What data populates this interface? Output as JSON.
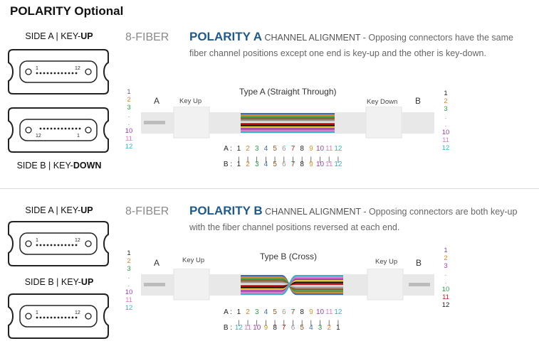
{
  "title": "POLARITY Optional",
  "colors": {
    "heading_blue": "#1e5a8e",
    "fiber": [
      "#3b6fb3",
      "#d9822b",
      "#2f9e44",
      "#8a5a2b",
      "#9a9a9a",
      "#e6e6e6",
      "#d11a1a",
      "#111111",
      "#e6c229",
      "#9b3fb0",
      "#e07ac0",
      "#38b3c9"
    ]
  },
  "sections": [
    {
      "side_a": {
        "prefix": "SIDE A | KEY-",
        "bold": "UP"
      },
      "side_b": {
        "prefix": "SIDE B | KEY-",
        "bold": "DOWN"
      },
      "fiber_count": "8-FIBER",
      "polarity_label": "POLARITY A",
      "caps": "CHANNEL ALIGNMENT",
      "desc1": " - Opposing connectors have the same",
      "desc2": "fiber channel positions except one end is key-up and the other is key-down.",
      "diagram_title": "Type A (Straight Through)",
      "end_a": "A",
      "end_b": "B",
      "left_key": "Key Up",
      "right_key": "Key Down",
      "connector_top": {
        "left": "1",
        "right": "12"
      },
      "connector_bottom": {
        "left": "12",
        "right": "1"
      },
      "left_numbers": [
        "1",
        "2",
        "3",
        ".",
        ".",
        "10",
        "11",
        "12"
      ],
      "right_numbers": [
        "1",
        "2",
        "3",
        ".",
        ".",
        "10",
        "11",
        "12"
      ],
      "map_a_prefix": "A :",
      "map_b_prefix": "B :",
      "map_a": [
        "1",
        "2",
        "3",
        "4",
        "5",
        "6",
        "7",
        "8",
        "9",
        "10",
        "11",
        "12"
      ],
      "map_b": [
        "1",
        "2",
        "3",
        "4",
        "5",
        "6",
        "7",
        "8",
        "9",
        "10",
        "11",
        "12"
      ]
    },
    {
      "side_a": {
        "prefix": "SIDE A | KEY-",
        "bold": "UP"
      },
      "side_b": {
        "prefix": "SIDE B | KEY-",
        "bold": "UP"
      },
      "fiber_count": "8-FIBER",
      "polarity_label": "POLARITY B",
      "caps": "CHANNEL ALIGNMENT",
      "desc1": " - Opposing connectors are both key-up",
      "desc2": "with the fiber channel positions reversed at each end.",
      "diagram_title": "Type B (Cross)",
      "end_a": "A",
      "end_b": "B",
      "left_key": "Key Up",
      "right_key": "Key Up",
      "connector_top": {
        "left": "1",
        "right": "12"
      },
      "connector_bottom": {
        "left": "1",
        "right": "12"
      },
      "left_numbers": [
        "1",
        "2",
        "3",
        ".",
        ".",
        "10",
        "11",
        "12"
      ],
      "right_numbers": [
        "1",
        "2",
        "3",
        ".",
        ".",
        "10",
        "11",
        "12"
      ],
      "map_a_prefix": "A :",
      "map_b_prefix": "B :",
      "map_a": [
        "1",
        "2",
        "3",
        "4",
        "5",
        "6",
        "7",
        "8",
        "9",
        "10",
        "11",
        "12"
      ],
      "map_b": [
        "12",
        "11",
        "10",
        "9",
        "8",
        "7",
        "6",
        "5",
        "4",
        "3",
        "2",
        "1"
      ]
    }
  ]
}
